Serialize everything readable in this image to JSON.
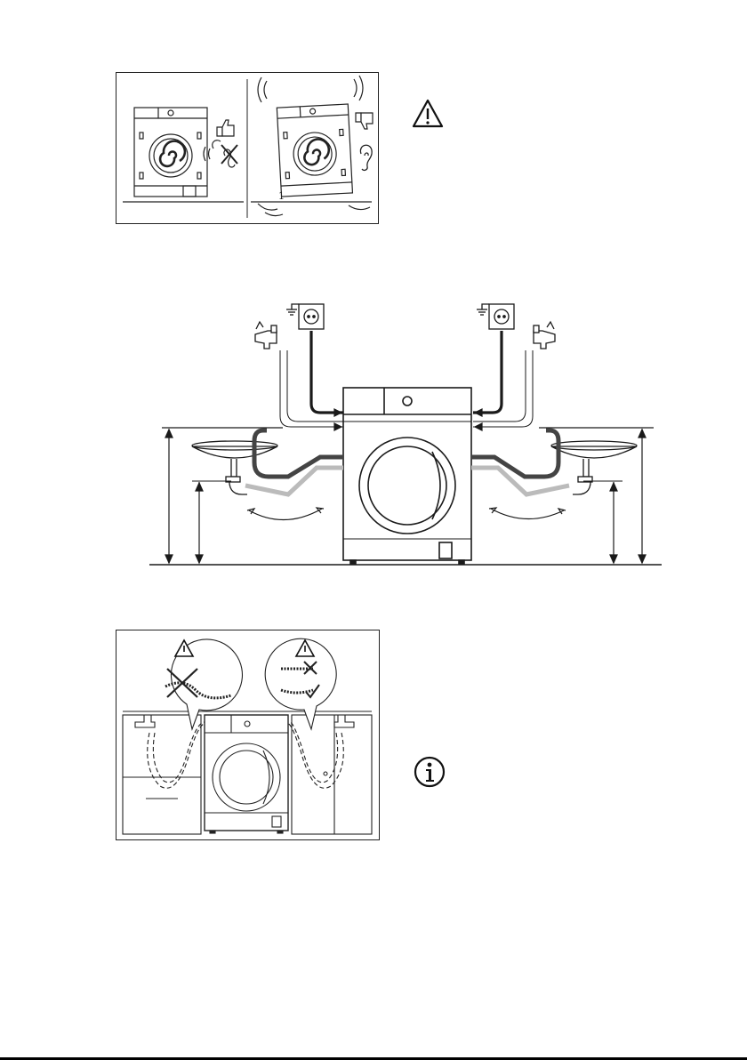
{
  "figures": {
    "level_check": {
      "good_icon": "thumbs-up-icon",
      "bad_icon": "thumbs-down-icon",
      "quiet_icon": "ear-crossed-icon",
      "noise_icon": "ear-icon",
      "foot_label": "1"
    },
    "connections": {
      "components": [
        "washing-machine",
        "power-socket",
        "water-tap",
        "inlet-hose",
        "drain-hose",
        "sink",
        "siphon"
      ]
    },
    "hose_routing": {
      "components": [
        "washing-machine",
        "kitchen-cabinet",
        "water-tap",
        "inlet-hose"
      ]
    }
  },
  "notices": {
    "warning_icon": "warning-triangle-icon",
    "info_icon": "info-circle-icon"
  },
  "colors": {
    "line": "#1a1a1a",
    "drain_hose": "#555555",
    "inlet_hose_light": "#bbbbbb",
    "rule": "#000000"
  }
}
